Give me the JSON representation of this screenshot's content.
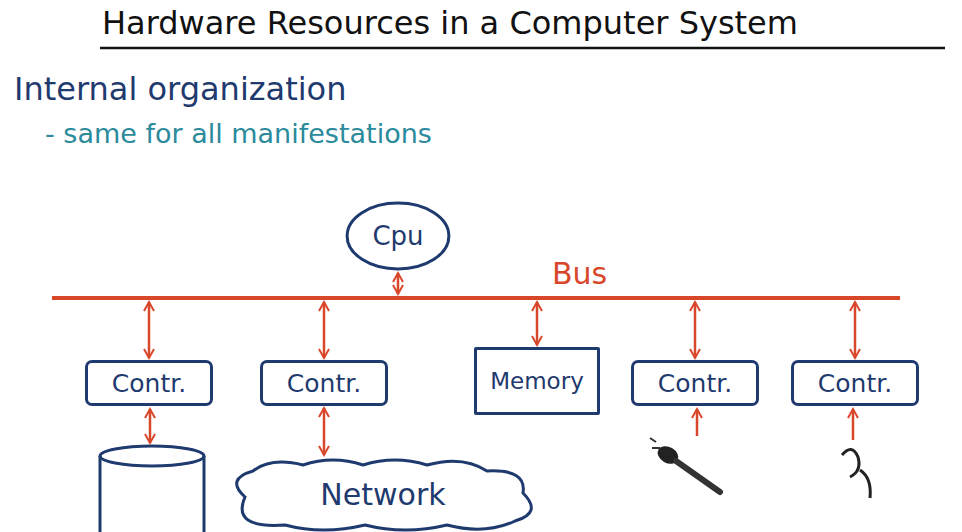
{
  "diagram": {
    "title": "Hardware Resources in a Computer System",
    "nodes": [
      {
        "text": [
          "Cpu"
        ]
      },
      {
        "text": [
          "Bus"
        ]
      },
      {
        "text": [
          "Contr."
        ]
      },
      {
        "text": [
          "Contr."
        ]
      },
      {
        "text": [
          "Memory"
        ]
      },
      {
        "text": [
          "Contr."
        ]
      },
      {
        "text": [
          "Contr."
        ]
      },
      {
        "text": [
          "Network"
        ]
      }
    ],
    "edges": [
      {
        "from": 0,
        "to": 1,
        "arrow": "both"
      },
      {
        "from": 2,
        "to": 1,
        "arrow": "both"
      },
      {
        "from": 3,
        "to": 1,
        "arrow": "both"
      },
      {
        "from": 4,
        "to": 1,
        "arrow": "both"
      },
      {
        "from": 5,
        "to": 1,
        "arrow": "both"
      },
      {
        "from": 6,
        "to": 1,
        "arrow": "both"
      },
      {
        "from": 3,
        "to": 7,
        "arrow": "both"
      }
    ],
    "labels": [
      "Internal organization",
      "- same for all manifestations"
    ]
  }
}
